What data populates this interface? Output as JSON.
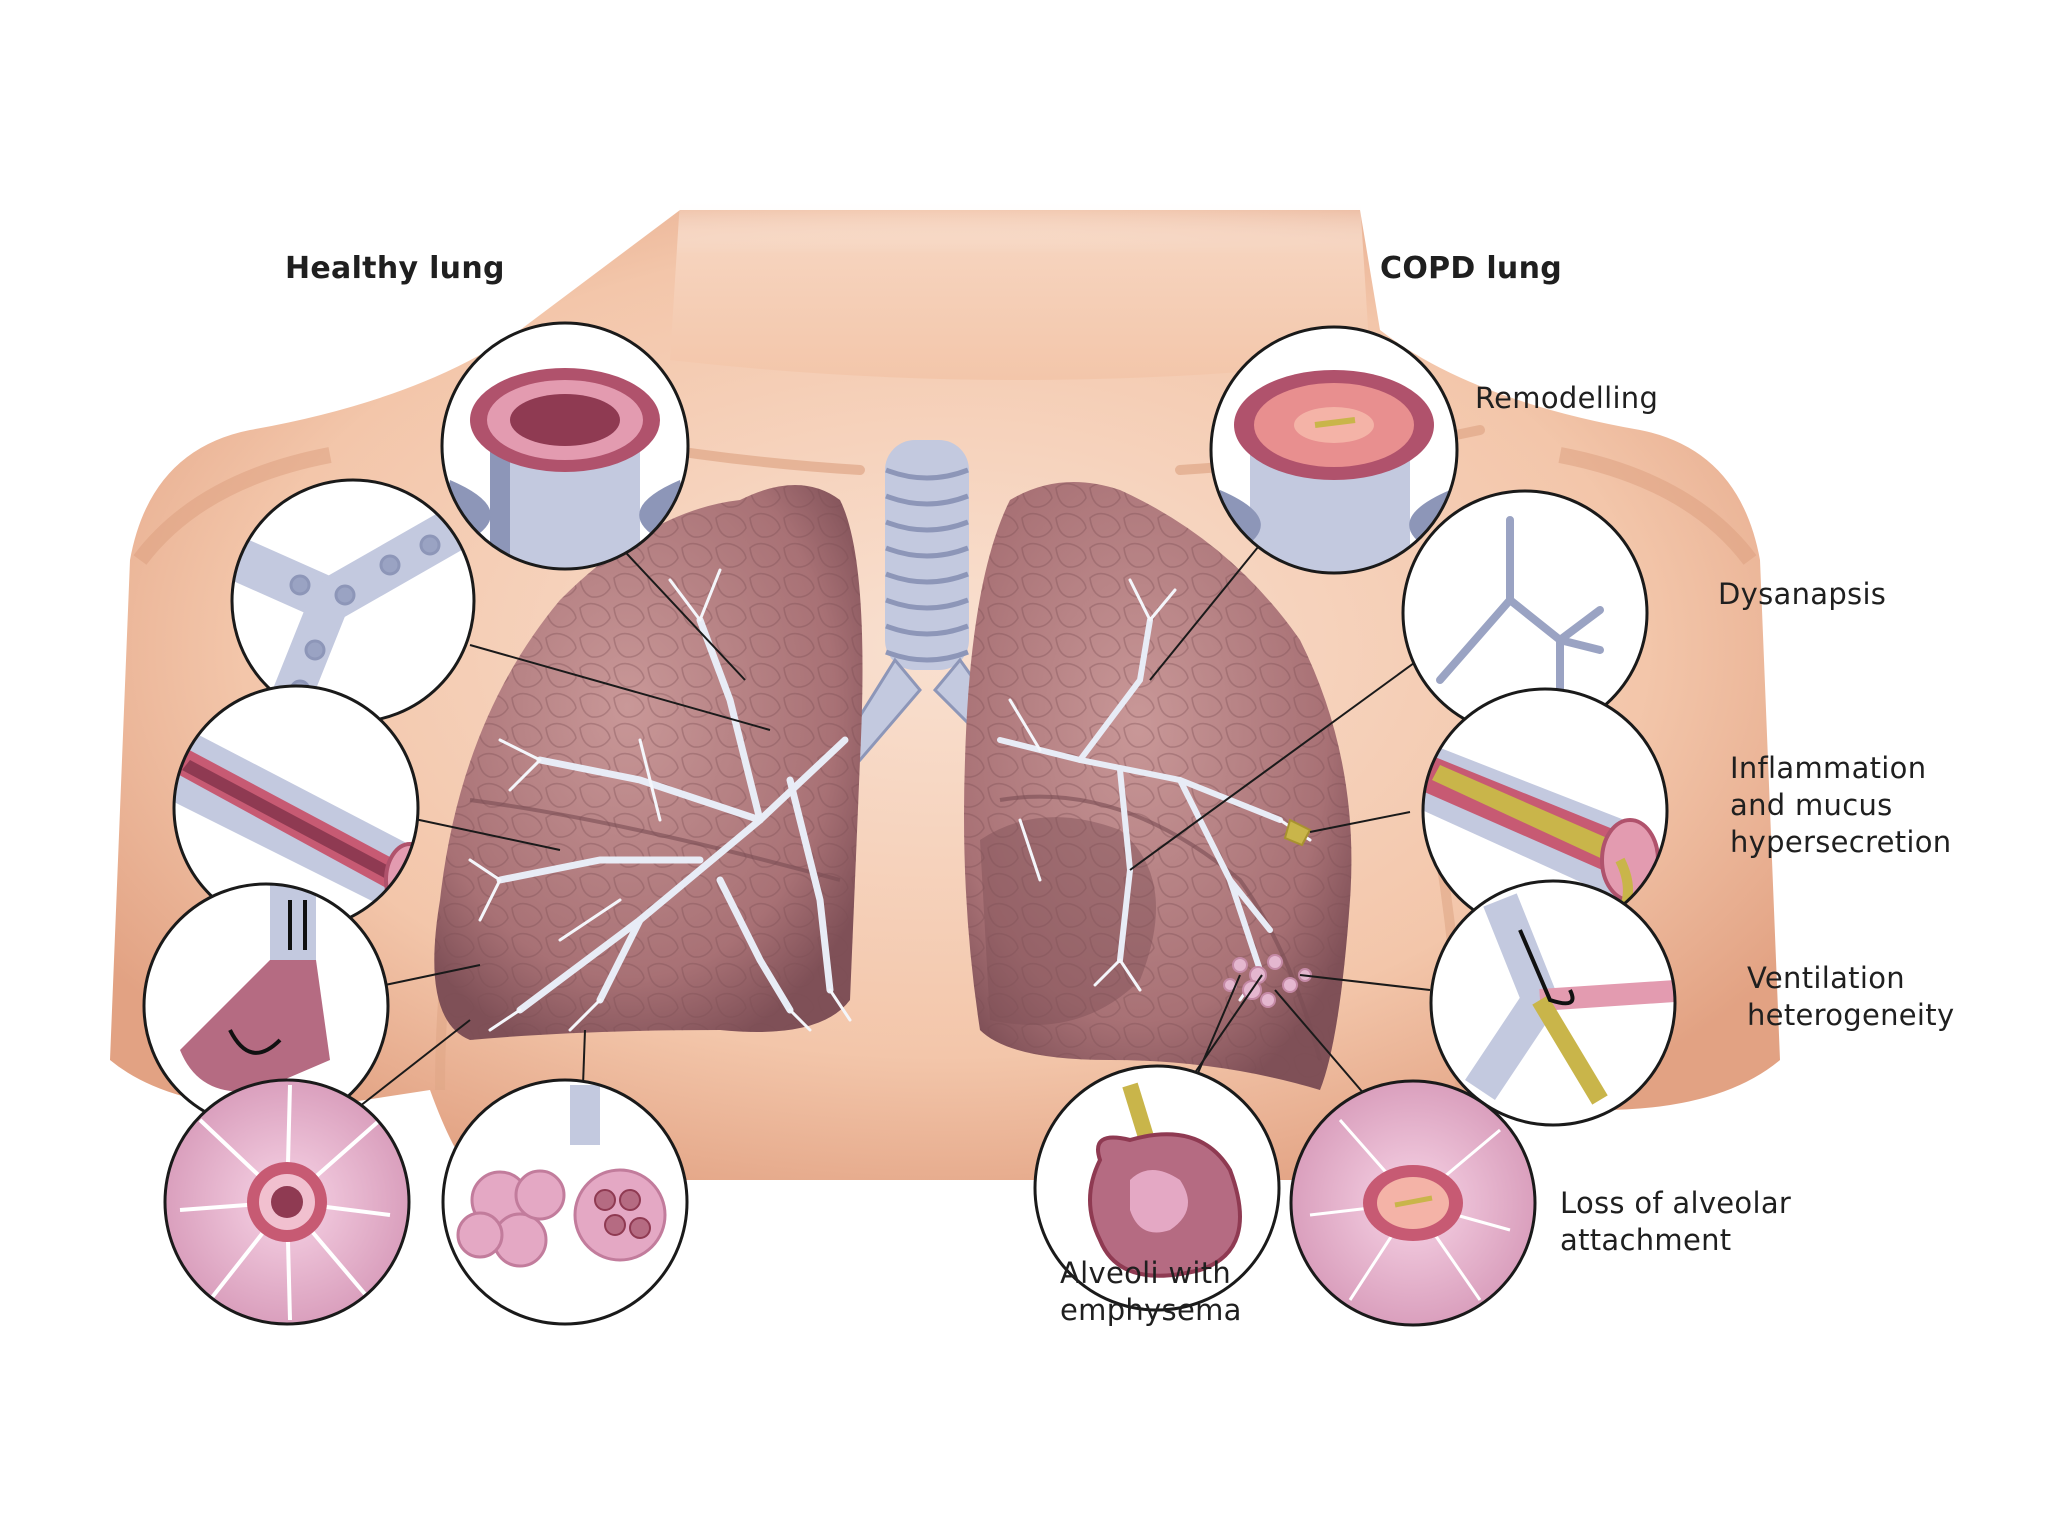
{
  "headings": {
    "healthy": "Healthy lung",
    "copd": "COPD lung"
  },
  "copd_labels": {
    "remodelling": "Remodelling",
    "dysanapsis": "Dysanapsis",
    "inflammation": [
      "Inflammation",
      "and mucus",
      "hypersecretion"
    ],
    "ventilation": [
      "Ventilation",
      "heterogeneity"
    ],
    "alveolar_attachment": [
      "Loss of alveolar",
      "attachment"
    ],
    "emphysema": [
      "Alveoli with",
      "emphysema"
    ]
  },
  "colors": {
    "skin": "#f3c6aa",
    "skin_shadow": "#e4a585",
    "lung": "#b58181",
    "lung_dark": "#8e5d62",
    "airway": "#c3c9df",
    "airway_dark": "#8d96b8",
    "mucosa": "#c75a73",
    "inset_ring": "#1a1a1a",
    "mucus": "#c9b54a"
  }
}
